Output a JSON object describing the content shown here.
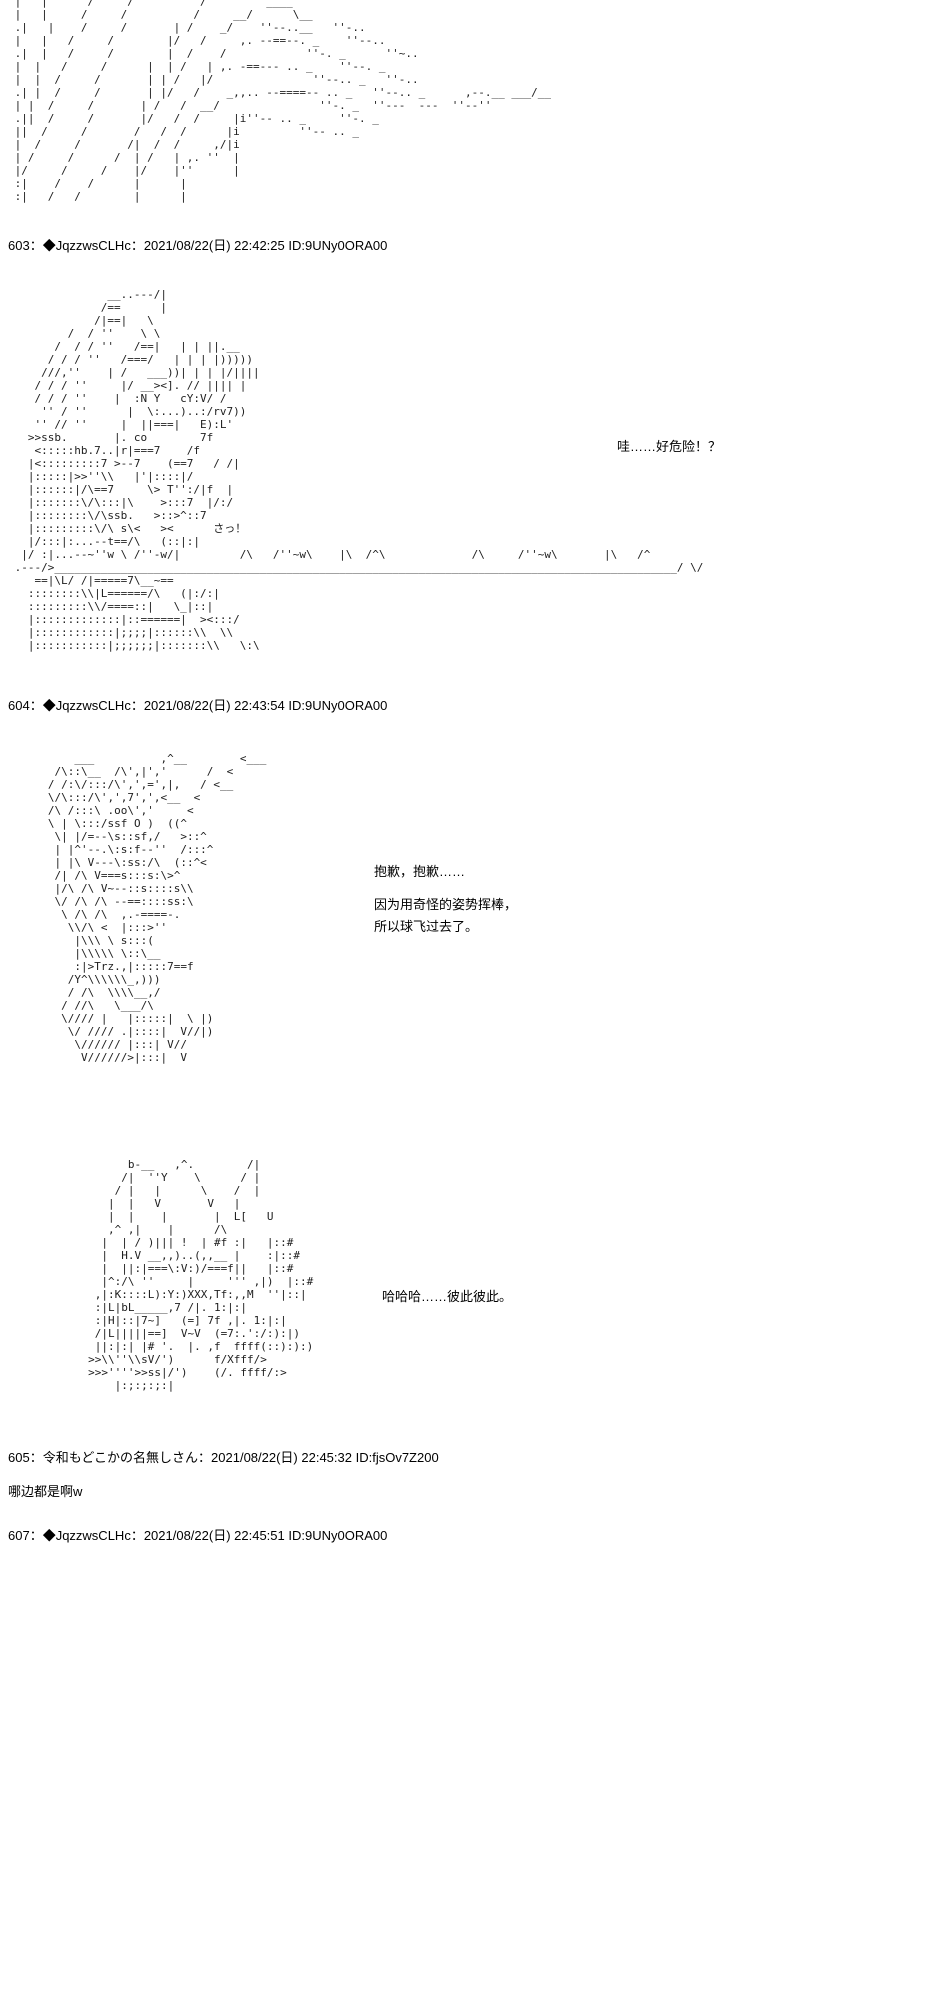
{
  "page": {
    "background": "#ffffff",
    "text_color": "#000000",
    "aa_color": "#202020"
  },
  "posts": {
    "p602": {
      "aa_lines": [
        " |   |      /     /          /         ____",
        " |   |     /     /          /     __/      \\__",
        " .|   |    /     /       | /    _/    ''--..__   ''-..",
        " |   |   /     /        |/   /     ,. --==--. _    ''--..",
        " .|  |   /     /        |  /    /            ''-. _      ''~..",
        " |  |   /     /      |  | /   | ,. -==--- .. _    ''--. _",
        " |  |  /     /       | | /   |/               ''--.. _   ''-..",
        " .| |  /     /       | |/   /    _,,.. --====-- .. _   ''--.. _      ,--.__ ___/__",
        " | |  /     /       | /   /  __/               ''-. _  ''---  ---  ''--''",
        " .||  /     /       |/   /  /     |i''-- .. _     ''-. _",
        " ||  /     /       /   /  /      |i         ''-- .. _",
        " |  /     /       /|  /  /     ,/|i",
        " | /     /      /  | /   | ,. ''  |",
        " |/     /     /    |/    |''      |",
        " :|    /    /      |      |",
        " :|   /   /        |      |"
      ]
    },
    "p603": {
      "header": "603：◆JqzzwsCLHc：2021/08/22(日) 22:42:25 ID:9UNy0ORA00",
      "aa_lines": [
        "               __..---/|",
        "              /==      |",
        "             /|==|   \\",
        "         /  / ''    \\ \\",
        "       /  / / ''   /==|   | | ||.__",
        "      / / / ''   /===/   | | | |)))))",
        "     ///,''    | /   ___))| | | |/||||",
        "    / / / ''     |/ __><]. // |||| |",
        "    / / / ''    |  :N Y   cY:V/ /",
        "     '' / ''      |  \\:...)..:/rv7))",
        "    '' // ''     |  ||===|   E):L'",
        "   >>ssb.       |. co        7f",
        "    <:::::hb.7..|r|===7    /f",
        "   |<:::::::::7 >--7    (==7   / /|",
        "   |:::::|>>''\\\\   |'|::::|/",
        "   |::::::|/\\==7     \\> T'':/|f  |",
        "   |:::::::\\/\\:::|\\    >:::7  |/:/",
        "   |::::::::\\/\\ssb.   >::>^::7",
        "   |:::::::::\\/\\ s\\<   ><      さっ！",
        "   |/:::|:...--t==/\\   (::|:|",
        "  |/ :|...--~''w \\ /''-w/|         /\\   /''~w\\    |\\  /^\\             /\\     /''~w\\       |\\   /^",
        " .---/>______________________________________________________________________________________________/ \\/",
        "    ==|\\L/ /|=====7\\__~==",
        "   ::::::::\\\\|L======/\\   (|:/:|",
        "   :::::::::\\\\/====::|   \\_|::|",
        "   |:::::::::::::|::======|  ><:::/",
        "   |::::::::::::|;;;;|::::::\\\\  \\\\",
        "   |:::::::::::|;;;;;;|:::::::\\\\   \\:\\"
      ],
      "dialogue": [
        "哇……好危险！？"
      ]
    },
    "p604": {
      "header": "604：◆JqzzwsCLHc：2021/08/22(日) 22:43:54 ID:9UNy0ORA00",
      "aa_lines": [
        "       ___          ,^__        <___",
        "    /\\::\\__  /\\',|','      /  <",
        "   / /:\\/:::/\\',',=',|,   / <__",
        "   \\/\\:::/\\',',7',',<__  <",
        "   /\\ /:::\\ .oo\\','     <",
        "   \\ | \\:::/ssf O )  ((^",
        "    \\| |/=--\\s::sf,/   >::^",
        "    | |^'--.\\:s:f--''  /:::^",
        "    | |\\ V---\\:ss:/\\  (::^<",
        "    /| /\\ V===s:::s:\\>^",
        "    |/\\ /\\ V~--::s::::s\\\\",
        "    \\/ /\\ /\\ --==::::ss:\\",
        "     \\ /\\ /\\  ,.-====-.",
        "      \\\\/\\ <  |:::>''",
        "       |\\\\\\ \\ s:::(",
        "       |\\\\\\\\\\ \\::\\__",
        "       :|>Trz.,|:::::7==f",
        "      /Y^\\\\\\\\\\\\_,)))",
        "      / /\\  \\\\\\\\__,/",
        "     / //\\   \\___/\\",
        "     \\//// |   |:::::|  \\ |)",
        "      \\/ //// .|::::|  V//|)",
        "       \\////// |:::| V//",
        "        V//////>|:::|  V"
      ],
      "dialogue": [
        "抱歉，抱歉……",
        "因为用奇怪的姿势挥棒，",
        "所以球飞过去了。"
      ],
      "aa_lines_2": [
        "           b-__   ,^.        /|",
        "          /|  ''Y    \\      / |",
        "         / |   |      \\    /  |",
        "        |  |   V       V   |",
        "        |  |    |       |  L[   U",
        "        ,^ ,|    |      /\\",
        "       |  | / )||| !  | #f :|   |::#",
        "       |  H.V __,,)..(,,__ |    :|::#",
        "       |  ||:|===\\:V:)/===f||   |::#",
        "       |^:/\\ ''     |     ''' ,|)  |::#",
        "      ,|:K::::L):Y:)XXX,Tf:,,M  ''|::|",
        "      :|L|bL_____,7 /|. 1:|:|",
        "      :|H|::|7~]   (=] 7f ,|. 1:|:|",
        "      /|L|||||==]  V~V  (=7:.':/:):|)",
        "      ||:|:| |# '.  |. ,f  ffff(::):):)",
        "     >>\\\\''\\\\sV/')      f/Xfff/>",
        "     >>>''''>>ss|/')    (/. ffff/:>",
        "         |:;:;:;:|"
      ],
      "dialogue_2": [
        "哈哈哈……彼此彼此。"
      ]
    },
    "p605": {
      "header": "605：令和もどこかの名無しさん：2021/08/22(日) 22:45:32 ID:fjsOv7Z200",
      "body": "哪边都是啊w"
    },
    "p607": {
      "header": "607：◆JqzzwsCLHc：2021/08/22(日) 22:45:51 ID:9UNy0ORA00"
    }
  }
}
